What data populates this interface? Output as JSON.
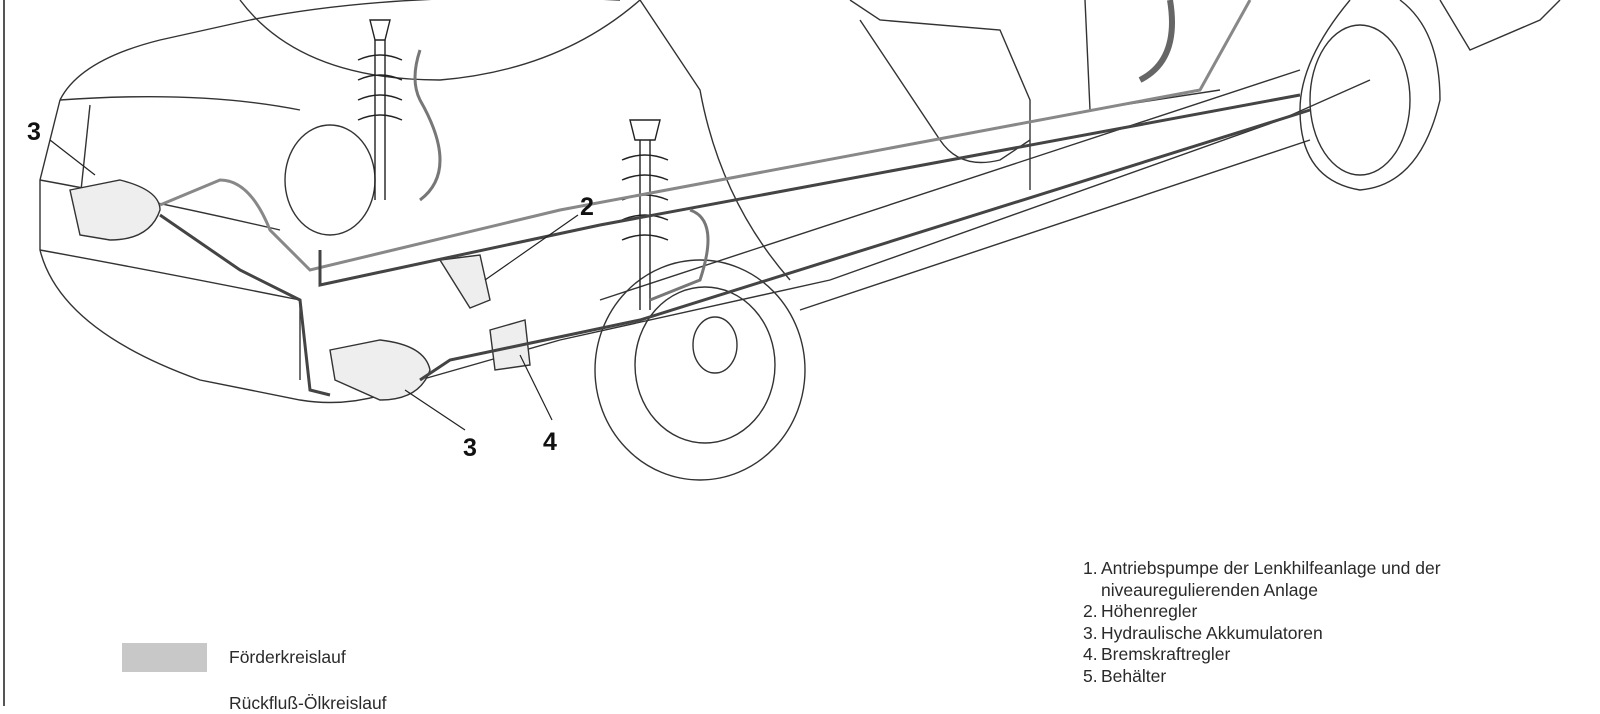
{
  "callouts": {
    "c3a": "3",
    "c2": "2",
    "c3b": "3",
    "c4": "4"
  },
  "legend": {
    "items": [
      {
        "num": "1.",
        "text": "Antriebspumpe der Lenkhilfeanlage und der",
        "cont": "niveauregulierenden Anlage"
      },
      {
        "num": "2.",
        "text": "Höhenregler"
      },
      {
        "num": "3.",
        "text": "Hydraulische Akkumulatoren"
      },
      {
        "num": "4.",
        "text": "Bremskraftregler"
      },
      {
        "num": "5.",
        "text": "Behälter"
      }
    ]
  },
  "key": {
    "supply_label": "Förderkreislauf",
    "return_label": "Rückfluß-Ölkreislauf",
    "supply_color": "#c8c8c8"
  }
}
